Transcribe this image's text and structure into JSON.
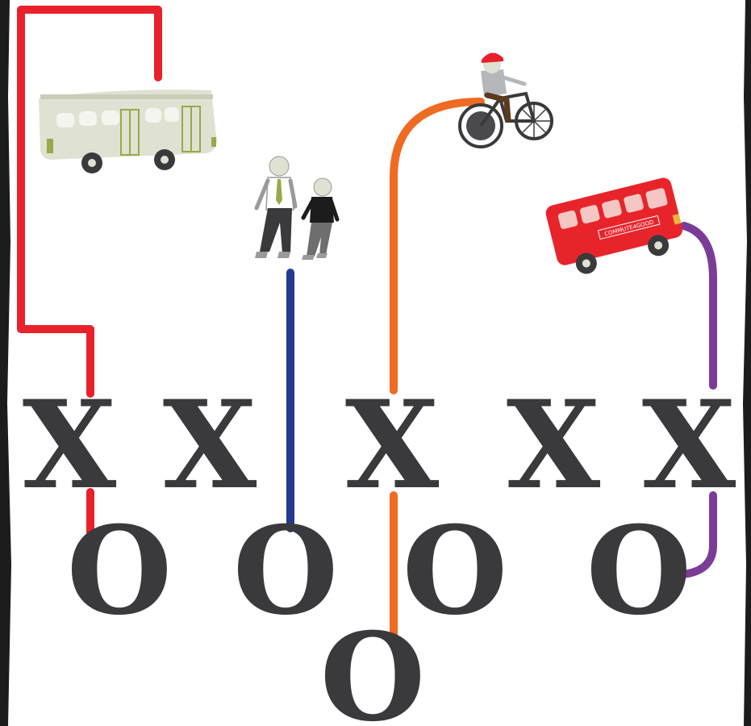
{
  "play": {
    "x_marks": [
      "X",
      "X",
      "X",
      "X",
      "X"
    ],
    "o_marks": [
      "O",
      "O",
      "O",
      "O",
      "O"
    ]
  },
  "routes": [
    {
      "name": "bus",
      "color": "#e8212b"
    },
    {
      "name": "pedestrians",
      "color": "#233a8f"
    },
    {
      "name": "cyclist",
      "color": "#ef6a22"
    },
    {
      "name": "double-decker",
      "color": "#7b3c98"
    }
  ],
  "icons": [
    "bus-icon",
    "pedestrians-icon",
    "cyclist-icon",
    "red-bus-icon"
  ],
  "colors": {
    "paper": "#ffffff",
    "border": "#1c1c1c",
    "mark": "#3a3a3c",
    "bus_body": "#dfe2d2",
    "bus_trim": "#9aa84a",
    "red_bus": "#e8242b"
  },
  "red_bus_label": "COMMUTE4GOOD"
}
